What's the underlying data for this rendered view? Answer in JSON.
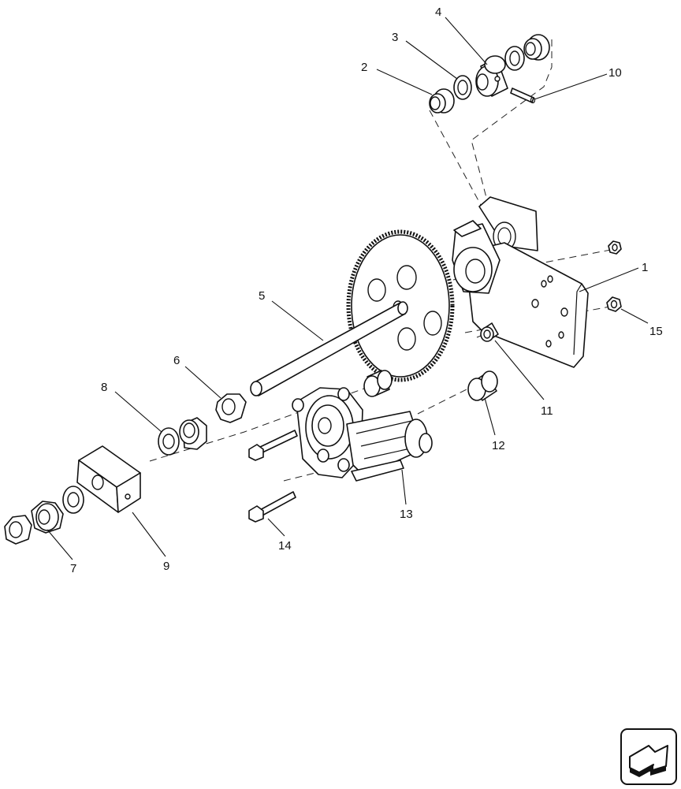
{
  "callouts": {
    "c1": "1",
    "c2": "2",
    "c3": "3",
    "c4": "4",
    "c5": "5",
    "c6": "6",
    "c7": "7",
    "c8": "8",
    "c9": "9",
    "c10": "10",
    "c11": "11",
    "c12": "12",
    "c13": "13",
    "c14": "14",
    "c15": "15"
  },
  "icons": {
    "navigate": "next-page-arrow-icon"
  }
}
